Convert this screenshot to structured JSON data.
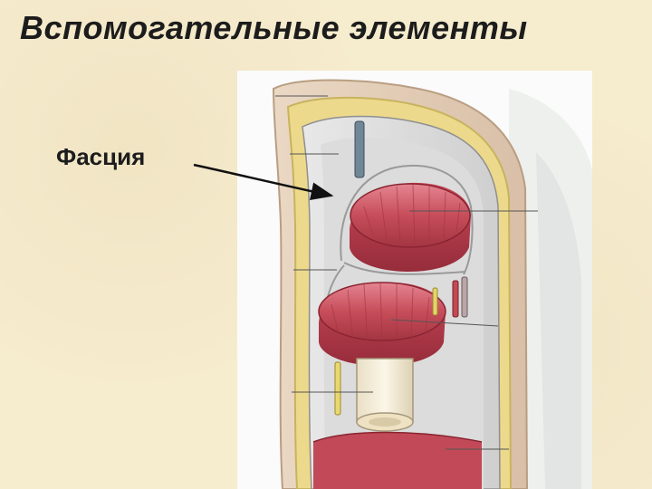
{
  "slide": {
    "title": "Вспомогательные элементы",
    "fascia_label": "Фасция"
  },
  "colors": {
    "background": "#f6ecce",
    "title_text": "#1c1c1c",
    "muscle_red": "#c4474f",
    "skin_yellow": "#e9d686",
    "bone_ivory": "#f3e8c9",
    "fascia_gray": "#d8d8d8"
  },
  "illustration": {
    "subject": "cross-section-of-limb",
    "elements": [
      "skin",
      "subcutaneous-fat",
      "fascia",
      "muscle-upper",
      "muscle-lower",
      "bone",
      "vessel",
      "nerve",
      "leader-lines"
    ]
  }
}
